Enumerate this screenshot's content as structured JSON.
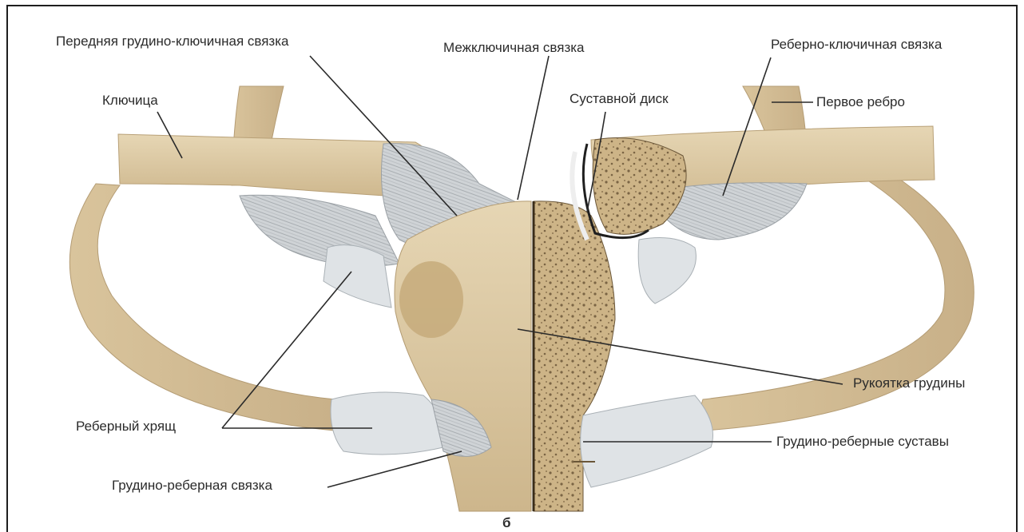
{
  "labels": {
    "ant_sternoclavicular": "Передняя грудино-ключичная связка",
    "interclavicular": "Межключичная связка",
    "costoclavicular": "Реберно-ключичная связка",
    "clavicle": "Ключица",
    "articular_disc": "Суставной диск",
    "first_rib": "Первое ребро",
    "manubrium": "Рукоятка грудины",
    "costal_cartilage": "Реберный хрящ",
    "sternocostal_joints": "Грудино-реберные суставы",
    "sternocostal_ligament": "Грудино-реберная связка",
    "figure_letter": "б"
  },
  "colors": {
    "bone": "#dccaa4",
    "bone_shade": "#c4ad82",
    "cartilage": "#dfe3e6",
    "ligament": "#c9ced2",
    "cut_surface": "#b99f72",
    "leader": "#2a2a2a"
  }
}
